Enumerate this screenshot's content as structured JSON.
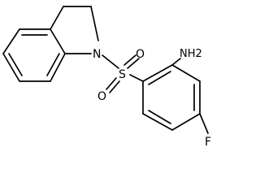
{
  "molecule": {
    "atoms": {
      "nitrogen_indoline": "N",
      "sulfur": "S",
      "oxygen_upper": "O",
      "oxygen_lower": "O",
      "amine": "NH2",
      "fluorine": "F"
    },
    "bond_color": "#000000",
    "background": "#ffffff"
  }
}
